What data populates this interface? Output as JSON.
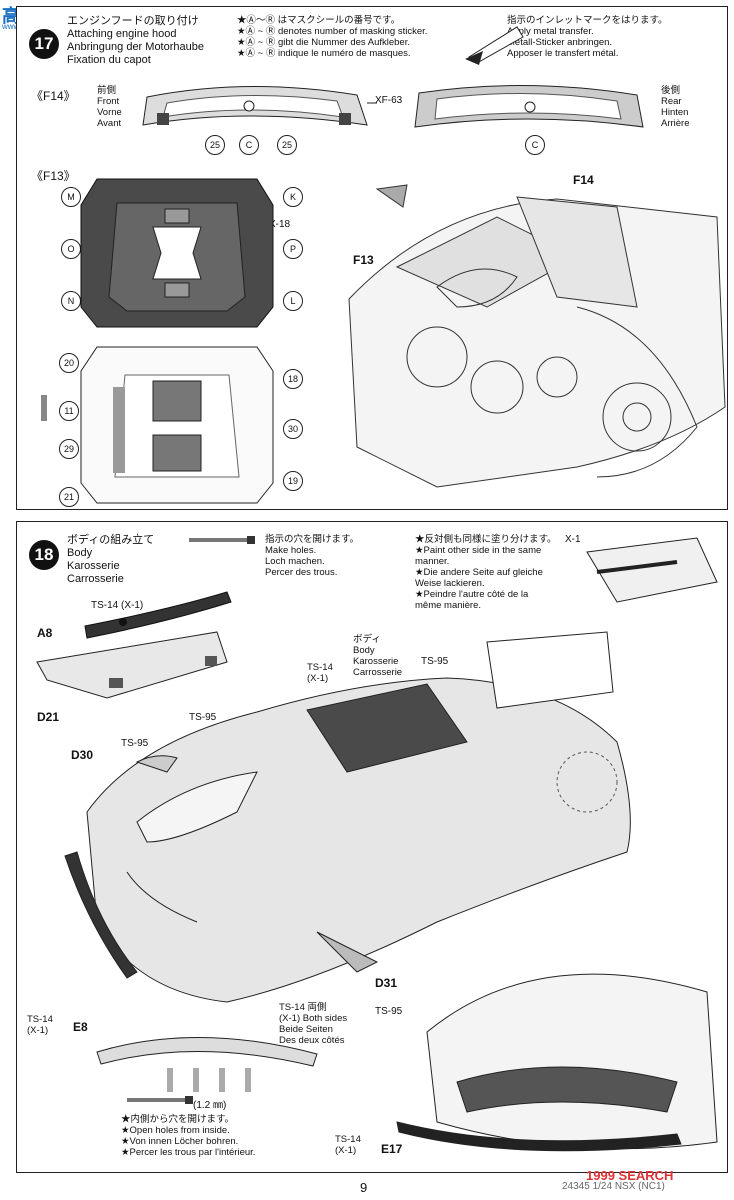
{
  "watermark": {
    "top_logo": "高手网",
    "top_url": "www.gaoshou.com",
    "bottom_logo": "1999 SEARCH"
  },
  "step17": {
    "number": "17",
    "title_lines": [
      "エンジンフードの取り付け",
      "Attaching engine hood",
      "Anbringung der Motorhaube",
      "Fixation du capot"
    ],
    "mask_note_lines": [
      "★Ⓐ～Ⓡ はマスクシールの番号です。",
      "★Ⓐ ~ Ⓡ denotes number of masking sticker.",
      "★Ⓐ ~ Ⓡ gibt die Nummer des Aufkleber.",
      "★Ⓐ ~ Ⓡ indique le numéro de masques."
    ],
    "metal_note_lines": [
      "指示のインレットマークをはります。",
      "Apply metal transfer.",
      "Metall-Sticker anbringen.",
      "Apposer le transfert métal."
    ],
    "f14_label": "《F14》",
    "front_lines": [
      "前側",
      "Front",
      "Vorne",
      "Avant"
    ],
    "rear_lines": [
      "後側",
      "Rear",
      "Hinten",
      "Arrière"
    ],
    "xf63": "XF-63",
    "callouts_f14": [
      "25",
      "C",
      "25",
      "C"
    ],
    "f13_label": "《F13》",
    "mask_letters": [
      "M",
      "K",
      "O",
      "P",
      "N",
      "L"
    ],
    "x18": "X-18",
    "decal_numbers": [
      "20",
      "18",
      "11",
      "30",
      "29",
      "19",
      "21"
    ],
    "part_f14": "F14",
    "part_f13": "F13"
  },
  "step18": {
    "number": "18",
    "title_lines": [
      "ボディの組み立て",
      "Body",
      "Karosserie",
      "Carrosserie"
    ],
    "holes_lines": [
      "指示の穴を開けます。",
      "Make holes.",
      "Loch machen.",
      "Percer des trous."
    ],
    "paint_note_lines": [
      "★反対側も同様に塗り分けます。",
      "★Paint other side in the same",
      "manner.",
      "★Die andere Seite auf gleiche",
      "Weise lackieren.",
      "★Peindre l'autre côté de la",
      "même manière."
    ],
    "x1": "X-1",
    "ts14x1": "TS-14 (X-1)",
    "a8": "A8",
    "d21": "D21",
    "ts95": "TS-95",
    "body_lines": [
      "ボディ",
      "Body",
      "Karosserie",
      "Carrosserie"
    ],
    "ts14_lines": [
      "TS-14",
      "(X-1)"
    ],
    "d30": "D30",
    "d31": "D31",
    "e8": "E8",
    "e17": "E17",
    "both_sides_lines": [
      "TS-14 両側",
      "(X-1) Both sides",
      "Beide Seiten",
      "Des deux côtés"
    ],
    "drill_size": "(1.2 ㎜)",
    "inside_lines": [
      "★内側から穴を開けます。",
      "★Open holes from inside.",
      "★Von innen Löcher bohren.",
      "★Percer les trous par l'intérieur."
    ]
  },
  "footer": {
    "page": "9",
    "code": "24345 1/24 NSX (NC1)"
  }
}
